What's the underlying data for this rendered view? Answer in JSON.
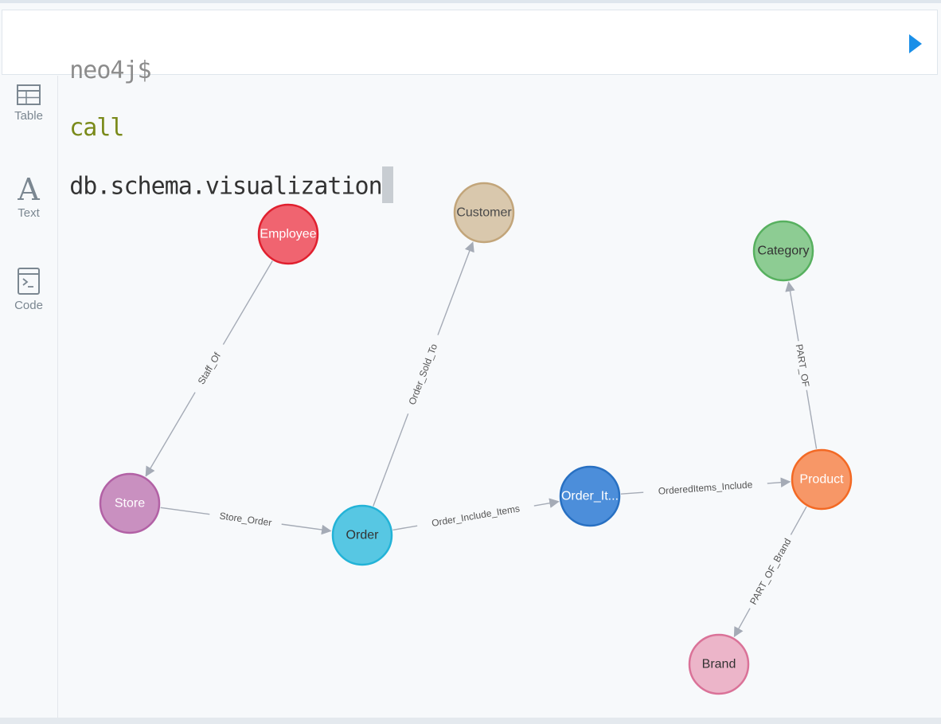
{
  "editor": {
    "prompt": "neo4j$",
    "keyword": "call",
    "query": "db.schema.visualization",
    "run_label": "Run"
  },
  "sidebar": {
    "items": [
      {
        "label": "Table",
        "icon": "table-icon"
      },
      {
        "label": "Text",
        "icon": "text-icon"
      },
      {
        "label": "Code",
        "icon": "code-icon"
      }
    ]
  },
  "graph": {
    "nodes": [
      {
        "id": "employee",
        "label": "Employee",
        "fill": "#f06470",
        "stroke": "#e0202f",
        "text": "#ffffff"
      },
      {
        "id": "customer",
        "label": "Customer",
        "fill": "#d9c8ad",
        "stroke": "#c2a57a",
        "text": "#4a4a4a"
      },
      {
        "id": "category",
        "label": "Category",
        "fill": "#8dcc93",
        "stroke": "#57b05f",
        "text": "#333333"
      },
      {
        "id": "store",
        "label": "Store",
        "fill": "#c990c0",
        "stroke": "#b261a5",
        "text": "#ffffff"
      },
      {
        "id": "order",
        "label": "Order",
        "fill": "#57c7e3",
        "stroke": "#23b3d7",
        "text": "#333333"
      },
      {
        "id": "orderitem",
        "label": "Order_It...",
        "fill": "#4c8eda",
        "stroke": "#2870c2",
        "text": "#ffffff"
      },
      {
        "id": "product",
        "label": "Product",
        "fill": "#f79767",
        "stroke": "#f36924",
        "text": "#ffffff"
      },
      {
        "id": "brand",
        "label": "Brand",
        "fill": "#ecb5c9",
        "stroke": "#da7298",
        "text": "#333333"
      }
    ],
    "edges": [
      {
        "from": "employee",
        "to": "store",
        "label": "Staff_Of"
      },
      {
        "from": "order",
        "to": "customer",
        "label": "Order_Sold_To"
      },
      {
        "from": "store",
        "to": "order",
        "label": "Store_Order"
      },
      {
        "from": "order",
        "to": "orderitem",
        "label": "Order_Include_Items"
      },
      {
        "from": "orderitem",
        "to": "product",
        "label": "OrderedItems_Include"
      },
      {
        "from": "product",
        "to": "category",
        "label": "PART_OF"
      },
      {
        "from": "product",
        "to": "brand",
        "label": "PART_OF_Brand"
      }
    ]
  },
  "colors": {
    "accent": "#1a8fe8",
    "edge": "#a5abb6",
    "edge_label": "#555555"
  }
}
